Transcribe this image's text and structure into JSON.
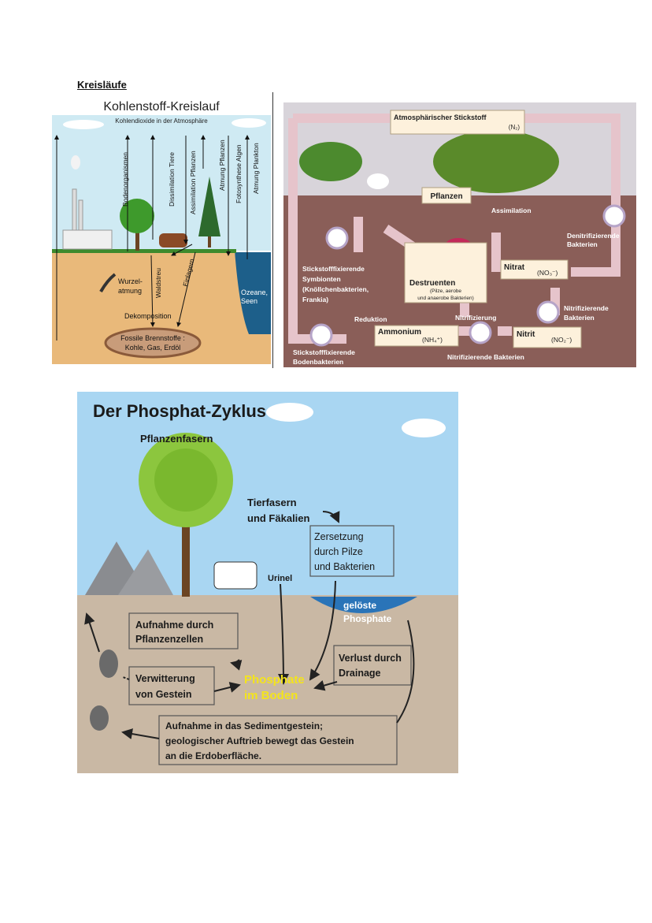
{
  "page": {
    "heading": "Kreisläufe"
  },
  "carbon": {
    "title": "Kohlenstoff-Kreislauf",
    "atmosphere": "Kohlendioxide in der Atmosphäre",
    "vertical_labels": [
      "Bodenorganismen",
      "Dissimilation Tiere",
      "Assimilation Pflanzen",
      "Atmung Pflanzen",
      "Fotosynthese Algen",
      "Atmung Plankton"
    ],
    "wurzel": [
      "Wurzel-",
      "atmung"
    ],
    "waldstreu": "Waldstreu",
    "einlagern": "Einlagern",
    "dekomposition": "Dekomposition",
    "ocean": [
      "Ozeane,",
      "Seen"
    ],
    "fossil": [
      "Fossile Brennstoffe :",
      "Kohle, Gas, Erdöl"
    ]
  },
  "nitrogen": {
    "atmos": "Atmosphärischer Stickstoff",
    "atmos_formula": "(N₂)",
    "pflanzen": "Pflanzen",
    "assimilation": "Assimilation",
    "denitri": [
      "Denitrifizierende",
      "Bakterien"
    ],
    "symbionten": [
      "Stickstofffixierende",
      "Symbionten",
      "(Knöllchenbakterien,",
      "Frankia)"
    ],
    "destruenten": "Destruenten",
    "destruenten_sub": [
      "(Pilze, aerobe",
      "und anaerobe Bakterien)"
    ],
    "nitrat": "Nitrat",
    "nitrat_formula": "(NO₃⁻)",
    "reduktion": "Reduktion",
    "nitrifizierung": "Nitrifizierung",
    "ammonium": "Ammonium",
    "ammonium_formula": "(NH₄⁺)",
    "nitrit": "Nitrit",
    "nitrit_formula": "(NO₂⁻)",
    "nitrifizierende_right": [
      "Nitrifizierende",
      "Bakterien"
    ],
    "boden": [
      "Stickstofffixierende",
      "Bodenbakterien"
    ],
    "nitrifizierende_bottom": "Nitrifizierende Bakterien"
  },
  "phosphate": {
    "title": "Der Phosphat-Zyklus",
    "pflanzenfasern": "Pflanzenfasern",
    "tierfasern": [
      "Tierfasern",
      "und Fäkalien"
    ],
    "zersetzung": [
      "Zersetzung",
      "durch Pilze",
      "und Bakterien"
    ],
    "urinel": "Urinel",
    "geloeste": [
      "gelöste",
      "Phosphate"
    ],
    "aufnahme_pflanzen": [
      "Aufnahme durch",
      "Pflanzenzellen"
    ],
    "verlust": [
      "Verlust durch",
      "Drainage"
    ],
    "verwitterung": [
      "Verwitterung",
      "von Gestein"
    ],
    "phosphate_boden": [
      "Phosphate",
      "im Boden"
    ],
    "sediment": [
      "Aufnahme in das Sedimentgestein;",
      "geologischer Auftrieb bewegt das Gestein",
      "an die Erdoberfläche."
    ]
  }
}
